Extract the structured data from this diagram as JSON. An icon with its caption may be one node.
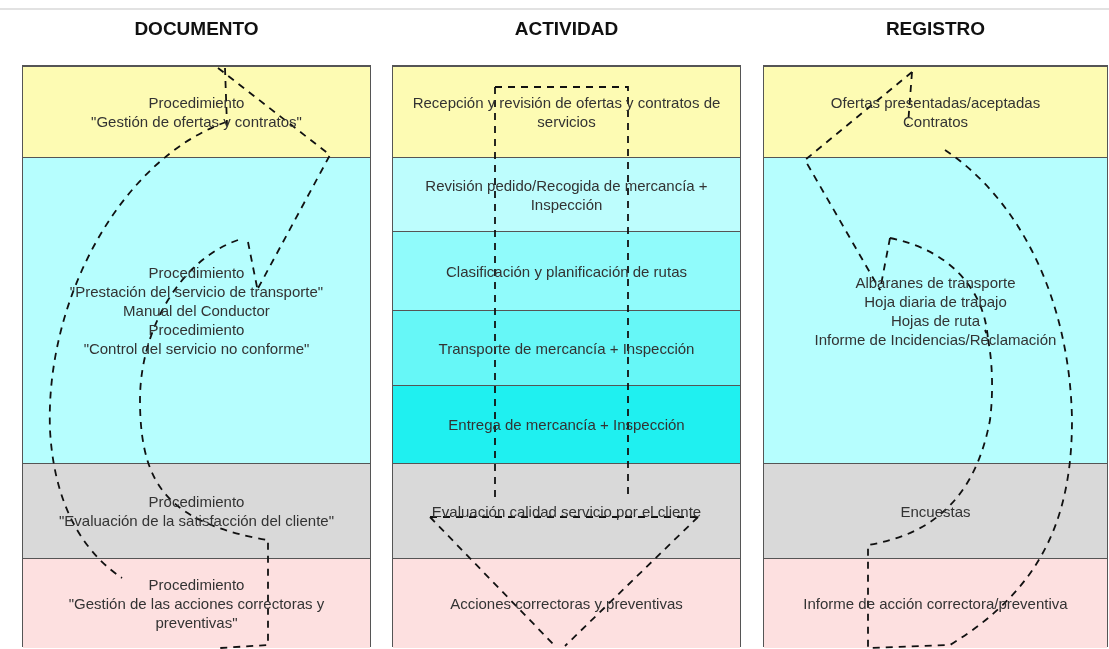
{
  "diagram": {
    "nodes": [
      {
        "text": [
          "DOCUMENTO"
        ]
      },
      {
        "text": [
          "Procedimiento",
          "\"Gestión de ofertas y contratos\""
        ],
        "in": 0
      },
      {
        "text": [
          "Procedimiento",
          "\"Prestación del servicio de transporte\"",
          "Manual del Conductor",
          "Procedimiento",
          "\"Control del servicio no conforme\""
        ],
        "in": 0
      },
      {
        "text": [
          "Procedimiento",
          "\"Evaluación de la satisfacción del cliente\""
        ],
        "in": 0
      },
      {
        "text": [
          "Procedimiento",
          "\"Gestión de las acciones correctoras y preventivas\""
        ],
        "in": 0
      },
      {
        "text": [
          "ACTIVIDAD"
        ]
      },
      {
        "text": [
          "Recepción y revisión de ofertas y contratos de servicios"
        ],
        "in": 5
      },
      {
        "text": [
          "Revisión pedido/Recogida de mercancía + Inspección"
        ],
        "in": 5
      },
      {
        "text": [
          "Clasificación y planificación de rutas"
        ],
        "in": 5
      },
      {
        "text": [
          "Transporte de mercancía + Inspección"
        ],
        "in": 5
      },
      {
        "text": [
          "Entrega de mercancía + Inspección"
        ],
        "in": 5
      },
      {
        "text": [
          "Evaluación calidad servicio por el cliente"
        ],
        "in": 5
      },
      {
        "text": [
          "Acciones correctoras y preventivas"
        ],
        "in": 5
      },
      {
        "text": [
          "REGISTRO"
        ]
      },
      {
        "text": [
          "Ofertas presentadas/aceptadas",
          "Contratos"
        ],
        "in": 13
      },
      {
        "text": [
          "Albaranes de transporte",
          "Hoja diaria de trabajo",
          "Hojas de ruta",
          "Informe de Incidencias/Reclamación"
        ],
        "in": 13
      },
      {
        "text": [
          "Encuestas"
        ],
        "in": 13
      },
      {
        "text": [
          "Informe de acción correctora/preventiva"
        ],
        "in": 13
      }
    ]
  }
}
